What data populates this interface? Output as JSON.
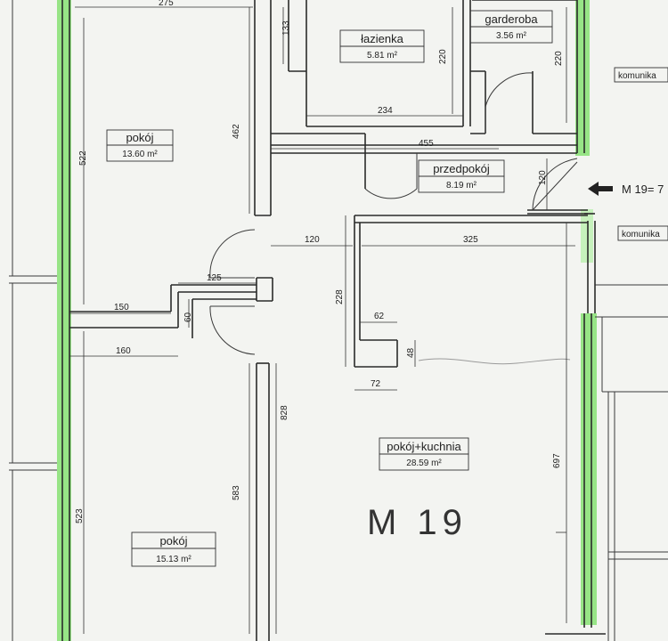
{
  "rooms": {
    "pokoj_top": {
      "name": "pokój",
      "area": "13.60 m²"
    },
    "lazienka": {
      "name": "łazienka",
      "area": "5.81 m²"
    },
    "garderoba": {
      "name": "garderoba",
      "area": "3.56 m²"
    },
    "przedpokoj": {
      "name": "przedpokój",
      "area": "8.19 m²"
    },
    "pokoj_kuchnia": {
      "name": "pokój+kuchnia",
      "area": "28.59 m²"
    },
    "pokoj_bottom": {
      "name": "pokój",
      "area": "15.13 m²"
    }
  },
  "unit_label": "M 19",
  "side_labels": {
    "komunikacja_top": "komunika",
    "komunikacja_mid": "komunika",
    "arrow_label": "M 19= 7"
  },
  "dimensions": {
    "d275": "275",
    "d133": "133",
    "d220a": "220",
    "d220b": "220",
    "d234": "234",
    "d462": "462",
    "d455": "455",
    "d522": "522",
    "d120a": "120",
    "d120b": "120",
    "d325": "325",
    "d228": "228",
    "d125": "125",
    "d150": "150",
    "d60": "60",
    "d160": "160",
    "d62": "62",
    "d48": "48",
    "d72": "72",
    "d828": "828",
    "d697": "697",
    "d583": "583",
    "d523": "523"
  },
  "colors": {
    "highlight": "#7fe06b",
    "ink": "#2b2b2b",
    "paper": "#f3f4f1"
  }
}
